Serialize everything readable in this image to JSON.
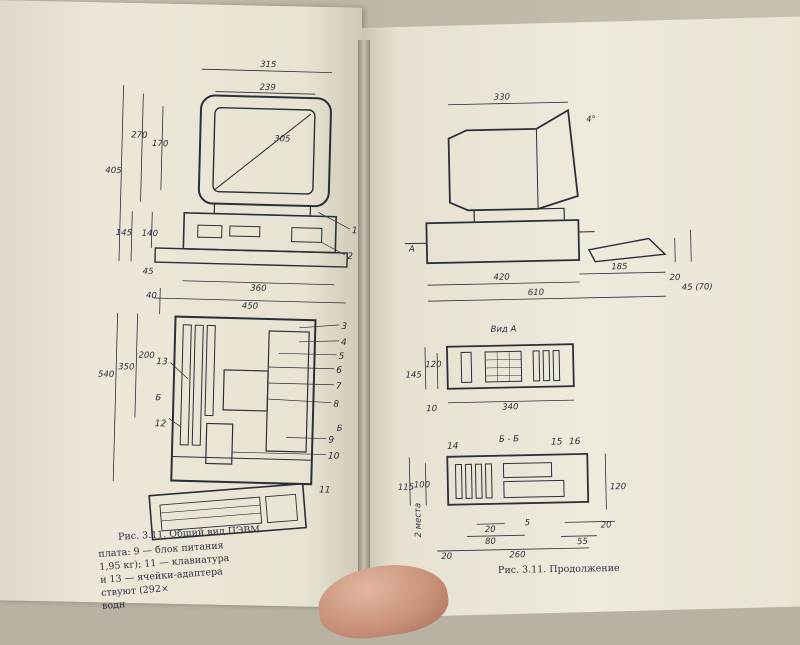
{
  "left_page": {
    "caption": "Рис. 3.11. Общий вид ПЭВМ",
    "body_lines": [
      "плата:  9 — блок питания",
      "1,95 кг);  11 — клавиатура",
      "и  13 — ячейки-адаптера",
      "ствуют (292×",
      "водн"
    ],
    "dimensions": [
      "315",
      "239",
      "305",
      "170",
      "270",
      "405",
      "145",
      "140",
      "45",
      "360",
      "450",
      "40",
      "200",
      "350",
      "540",
      "Б",
      "Б"
    ],
    "callouts": [
      "1",
      "2",
      "3",
      "4",
      "5",
      "6",
      "7",
      "8",
      "9",
      "10",
      "11",
      "12",
      "13"
    ]
  },
  "right_page": {
    "caption": "Рис. 3.11. Продолжение",
    "view_a_label": "Вид А",
    "section_label": "Б - Б",
    "arrow_label": "А",
    "dimensions": [
      "330",
      "4°",
      "420",
      "185",
      "610",
      "20",
      "45 (70)",
      "145",
      "120",
      "10",
      "340",
      "115",
      "100",
      "120",
      "20",
      "80",
      "260",
      "20",
      "55",
      "20",
      "5"
    ],
    "callouts": [
      "14",
      "15",
      "16"
    ],
    "rotated_note": "2 места"
  },
  "colors": {
    "ink": "#2b2f3a",
    "paper": "#ece7d8"
  }
}
